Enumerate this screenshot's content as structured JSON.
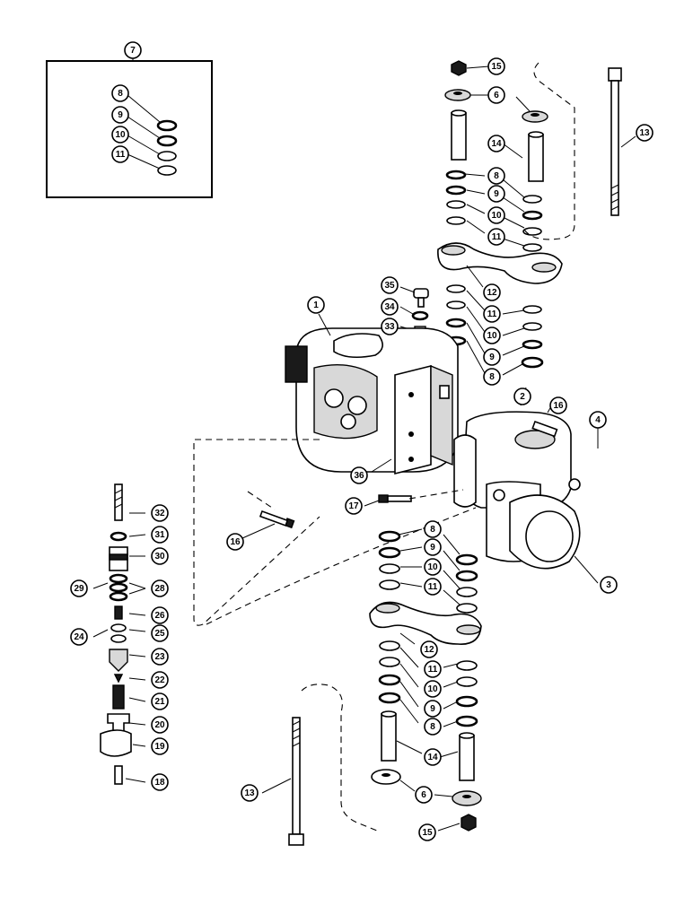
{
  "callouts": [
    {
      "id": "c7",
      "label": "7"
    },
    {
      "id": "c8a",
      "label": "8"
    },
    {
      "id": "c9a",
      "label": "9"
    },
    {
      "id": "c10a",
      "label": "10"
    },
    {
      "id": "c11a",
      "label": "11"
    },
    {
      "id": "c15a",
      "label": "15"
    },
    {
      "id": "c6a",
      "label": "6"
    },
    {
      "id": "c14a",
      "label": "14"
    },
    {
      "id": "c8b",
      "label": "8"
    },
    {
      "id": "c9b",
      "label": "9"
    },
    {
      "id": "c10b",
      "label": "10"
    },
    {
      "id": "c11b",
      "label": "11"
    },
    {
      "id": "c13a",
      "label": "13"
    },
    {
      "id": "c12a",
      "label": "12"
    },
    {
      "id": "c11c",
      "label": "11"
    },
    {
      "id": "c10c",
      "label": "10"
    },
    {
      "id": "c9c",
      "label": "9"
    },
    {
      "id": "c8c",
      "label": "8"
    },
    {
      "id": "c35",
      "label": "35"
    },
    {
      "id": "c34",
      "label": "34"
    },
    {
      "id": "c33",
      "label": "33"
    },
    {
      "id": "c1",
      "label": "1"
    },
    {
      "id": "c2",
      "label": "2"
    },
    {
      "id": "c16a",
      "label": "16"
    },
    {
      "id": "c4",
      "label": "4"
    },
    {
      "id": "c36",
      "label": "36"
    },
    {
      "id": "c17",
      "label": "17"
    },
    {
      "id": "c16b",
      "label": "16"
    },
    {
      "id": "c3",
      "label": "3"
    },
    {
      "id": "c32",
      "label": "32"
    },
    {
      "id": "c31",
      "label": "31"
    },
    {
      "id": "c30",
      "label": "30"
    },
    {
      "id": "c29",
      "label": "29"
    },
    {
      "id": "c28",
      "label": "28"
    },
    {
      "id": "c26",
      "label": "26"
    },
    {
      "id": "c24",
      "label": "24"
    },
    {
      "id": "c25",
      "label": "25"
    },
    {
      "id": "c23",
      "label": "23"
    },
    {
      "id": "c22",
      "label": "22"
    },
    {
      "id": "c21",
      "label": "21"
    },
    {
      "id": "c20",
      "label": "20"
    },
    {
      "id": "c19",
      "label": "19"
    },
    {
      "id": "c18",
      "label": "18"
    },
    {
      "id": "c8d",
      "label": "8"
    },
    {
      "id": "c9d",
      "label": "9"
    },
    {
      "id": "c10d",
      "label": "10"
    },
    {
      "id": "c11d",
      "label": "11"
    },
    {
      "id": "c12b",
      "label": "12"
    },
    {
      "id": "c11e",
      "label": "11"
    },
    {
      "id": "c10e",
      "label": "10"
    },
    {
      "id": "c9e",
      "label": "9"
    },
    {
      "id": "c8e",
      "label": "8"
    },
    {
      "id": "c14b",
      "label": "14"
    },
    {
      "id": "c13b",
      "label": "13"
    },
    {
      "id": "c6b",
      "label": "6"
    },
    {
      "id": "c15b",
      "label": "15"
    }
  ]
}
